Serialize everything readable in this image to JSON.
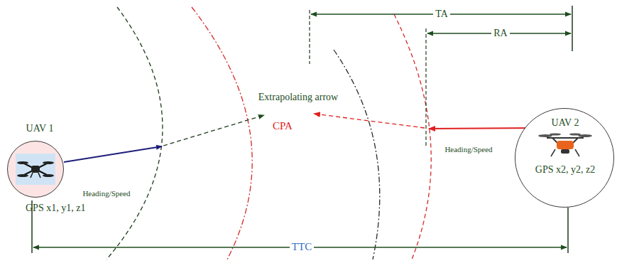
{
  "diagram": {
    "nodes": [
      {
        "text": [
          "UAV 1",
          "GPS x1, y1, z1"
        ]
      },
      {
        "text": [
          "UAV 2",
          "GPS x2, y2, z2"
        ]
      }
    ],
    "labels": [
      "Extrapolating arrow",
      "CPA",
      "TA",
      "RA",
      "Heading/Speed",
      "Heading/Speed",
      "TTC"
    ]
  }
}
